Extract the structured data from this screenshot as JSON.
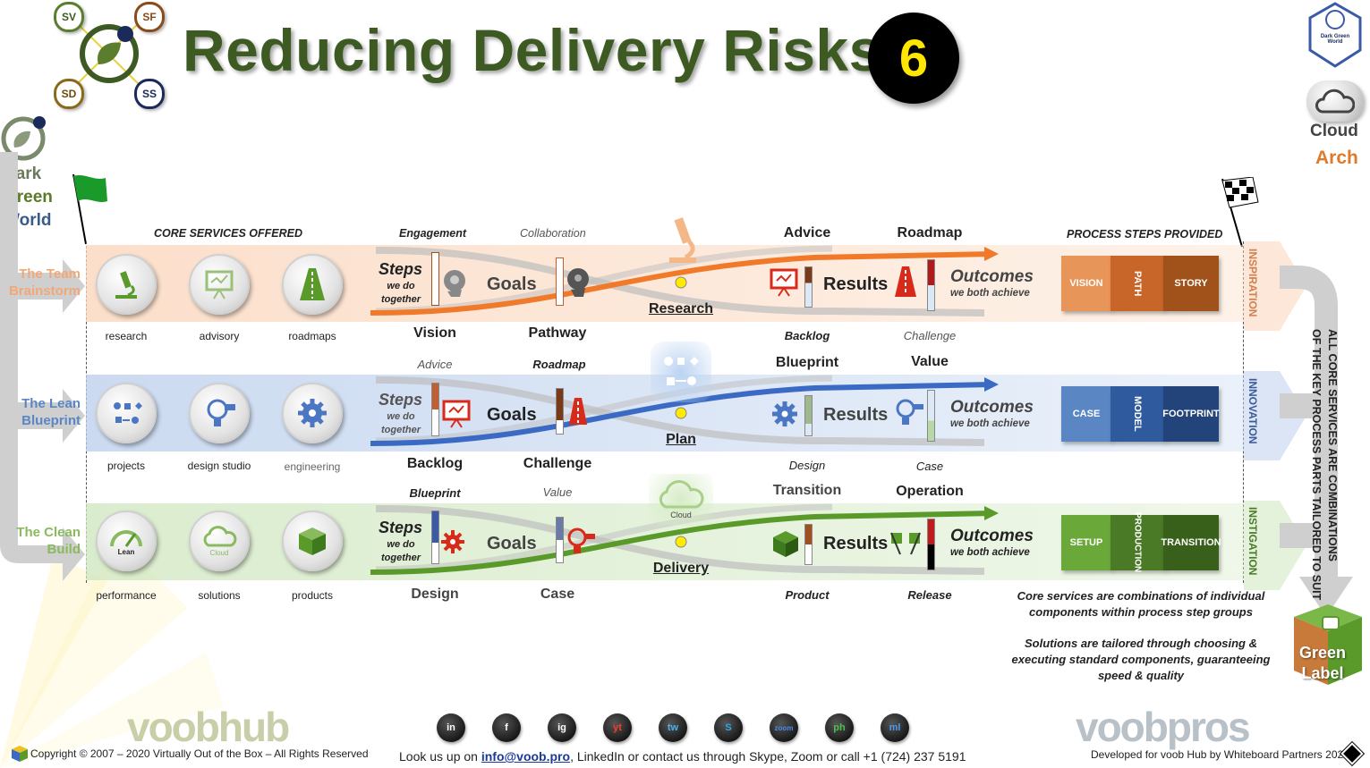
{
  "header": {
    "title": "Reducing Delivery Risks",
    "number": "6",
    "logo_circles": [
      "SV",
      "SF",
      "SD",
      "SS"
    ]
  },
  "left_brand": {
    "line1": "Dark",
    "line2": "Green",
    "line3": "World"
  },
  "right_brand": {
    "cert_text": "Dark Green World",
    "cloud": "Cloud",
    "arch": "Arch",
    "green_label_1": "Green",
    "green_label_2": "Label"
  },
  "sections": {
    "core_services": "CORE SERVICES OFFERED",
    "process_steps": "PROCESS STEPS PROVIDED"
  },
  "rows": [
    {
      "label_1": "The Team",
      "label_2": "Brainstorm",
      "color": "#f0a878",
      "services": [
        {
          "icon": "microscope-icon",
          "label": "research"
        },
        {
          "icon": "presentation-icon",
          "label": "advisory"
        },
        {
          "icon": "road-icon",
          "label": "roadmaps"
        }
      ],
      "top_left": "Engagement",
      "top_mid": "Collaboration",
      "steps": "Steps",
      "steps_sub_1": "we do",
      "steps_sub_2": "together",
      "goals": "Goals",
      "bottom_left": "Vision",
      "bottom_mid": "Pathway",
      "center": "Research",
      "center_icon_text": "",
      "top_r1": "Advice",
      "top_r2": "Roadmap",
      "results": "Results",
      "bottom_r1": "Backlog",
      "bottom_r2": "Challenge",
      "outcomes": "Outcomes",
      "outcomes_sub": "we both achieve",
      "puzzle": [
        "VISION",
        "PATH",
        "STORY"
      ],
      "side": "INSPIRATION"
    },
    {
      "label_1": "The Lean",
      "label_2": "Blueprint",
      "color": "#5b86c4",
      "services": [
        {
          "icon": "flow-icon",
          "label": "projects"
        },
        {
          "icon": "lightbulb-icon",
          "label": "design studio"
        },
        {
          "icon": "gear-icon",
          "label": "engineering"
        }
      ],
      "top_left": "Advice",
      "top_mid": "Roadmap",
      "steps": "Steps",
      "steps_sub_1": "we do",
      "steps_sub_2": "together",
      "goals": "Goals",
      "bottom_left": "Backlog",
      "bottom_mid": "Challenge",
      "center": "Plan",
      "center_icon_text": "",
      "top_r1": "Blueprint",
      "top_r2": "Value",
      "results": "Results",
      "bottom_r1": "Design",
      "bottom_r2": "Case",
      "outcomes": "Outcomes",
      "outcomes_sub": "we both achieve",
      "puzzle": [
        "CASE",
        "MODEL",
        "FOOTPRINT"
      ],
      "side": "INNOVATION"
    },
    {
      "label_1": "The Clean",
      "label_2": "Build",
      "color": "#7fb04e",
      "services": [
        {
          "icon": "speedometer-icon",
          "label": "performance",
          "inner": "Lean"
        },
        {
          "icon": "cloud-icon",
          "label": "solutions",
          "inner": "Cloud"
        },
        {
          "icon": "box-icon",
          "label": "products"
        }
      ],
      "top_left": "Blueprint",
      "top_mid": "Value",
      "steps": "Steps",
      "steps_sub_1": "we do",
      "steps_sub_2": "together",
      "goals": "Goals",
      "bottom_left": "Design",
      "bottom_mid": "Case",
      "center": "Delivery",
      "center_icon_text": "Cloud",
      "top_r1": "Transition",
      "top_r2": "Operation",
      "results": "Results",
      "bottom_r1": "Product",
      "bottom_r2": "Release",
      "outcomes": "Outcomes",
      "outcomes_sub": "we both achieve",
      "puzzle": [
        "SETUP",
        "PRODUCTION",
        "TRANSITION"
      ],
      "side": "INSTIGATION"
    }
  ],
  "vertical_note_1": "ALL CORE SERVICES ARE COMBINATIONS",
  "vertical_note_2": "OF THE KEY PROCESS PARTS TAILORED TO SUIT",
  "notes": {
    "n1_line1": "Core services are combinations of individual",
    "n1_line2": "components within process step groups",
    "n2_line1": "Solutions are tailored through choosing &",
    "n2_line2": "executing standard components, guaranteeing",
    "n2_line3": "speed & quality"
  },
  "footer": {
    "voobhub": "voobhub",
    "voobpros": "voobpros",
    "copyright": "Copyright © 2007 – 2020 Virtually Out of the Box – All Rights Reserved",
    "contact_prefix": "Look us up on ",
    "email": "info@voob.pro",
    "contact_suffix": ", LinkedIn or contact us through Skype, Zoom or call +1 (724) 237 5191",
    "developed": "Developed for voob Hub by Whiteboard Partners 2020",
    "social": [
      "in",
      "f",
      "ig",
      "yt",
      "tw",
      "S",
      "zoom",
      "ph",
      "ml"
    ]
  }
}
